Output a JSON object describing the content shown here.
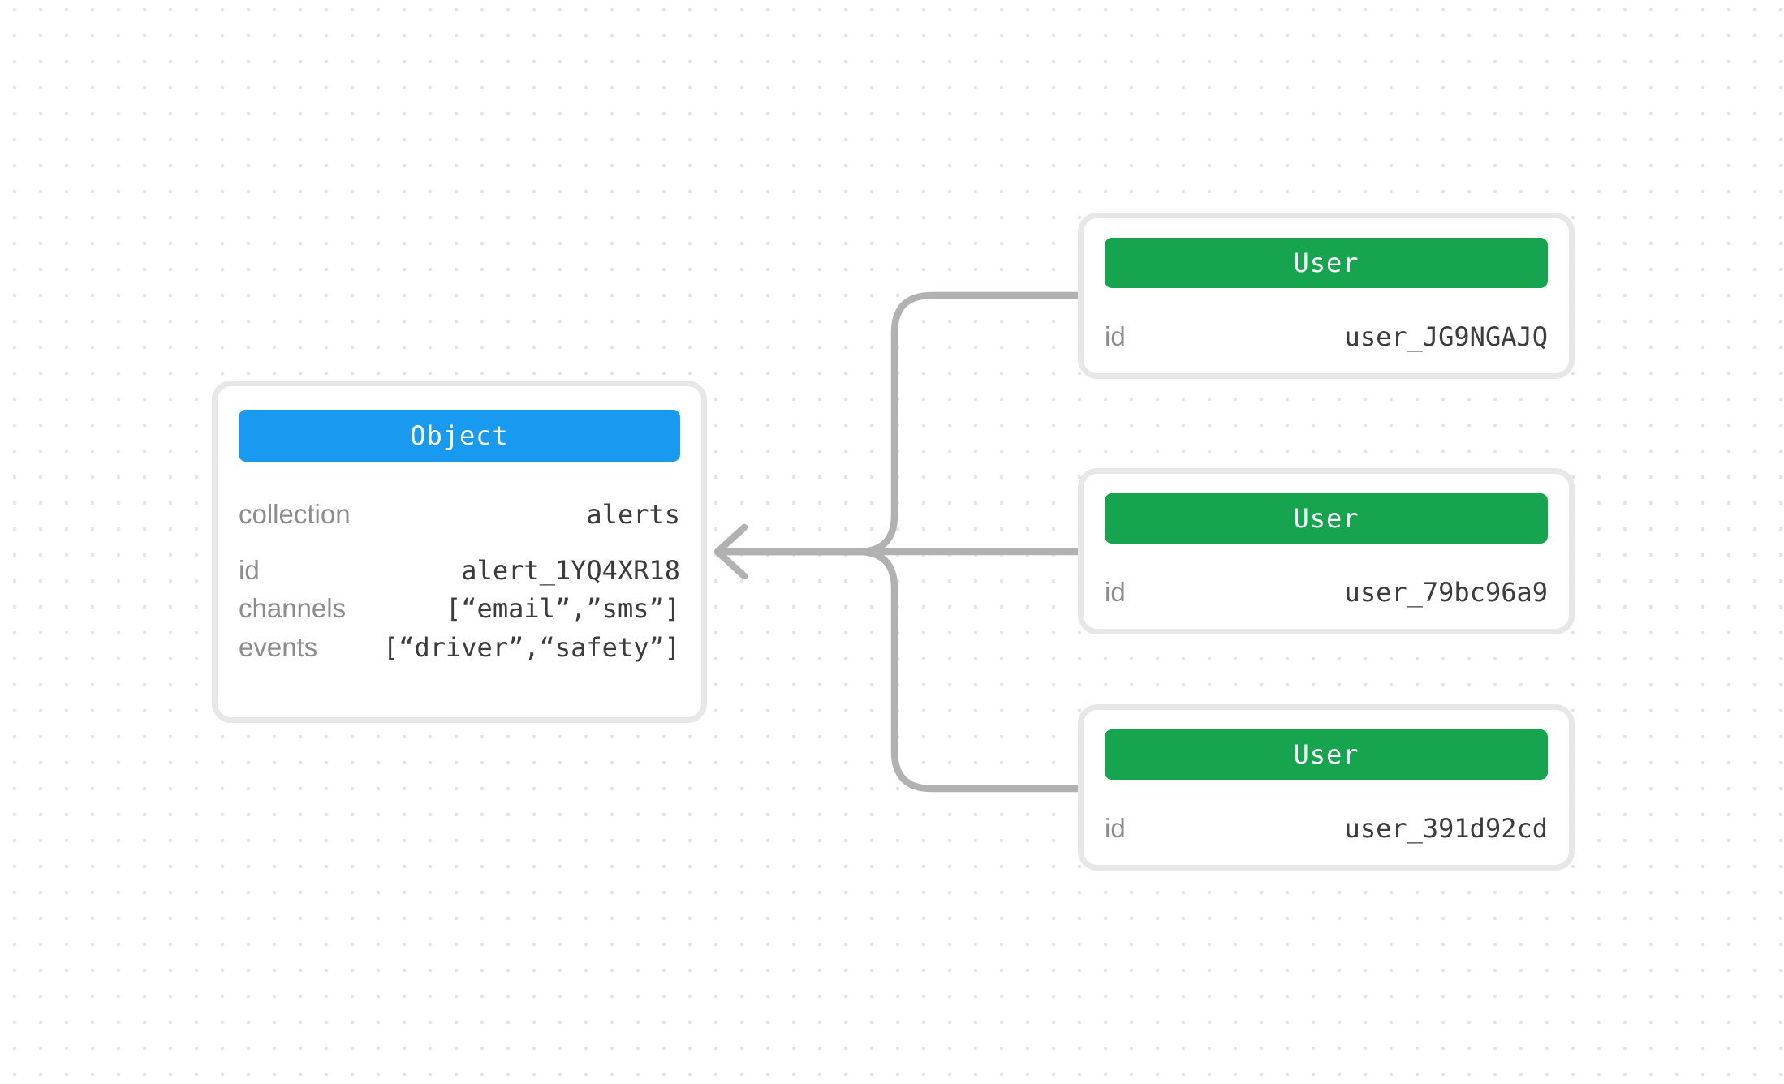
{
  "colors": {
    "background": "#ffffff",
    "dot": "#e4e4e4",
    "connector": "#b1b1b1",
    "card_border": "#e7e7e7",
    "object_header": "#189af0",
    "user_header": "#16a44e",
    "header_text": "#ffffff",
    "label_text": "#8d8d8d",
    "value_text": "#3c3c3c"
  },
  "object_card": {
    "title": "Object",
    "rows": [
      {
        "label": "collection",
        "value": "alerts"
      },
      {
        "label": "id",
        "value": "alert_1YQ4XR18"
      },
      {
        "label": "channels",
        "value": "[“email”,”sms”]"
      },
      {
        "label": "events",
        "value": "[“driver”,“safety”]"
      }
    ]
  },
  "user_cards": [
    {
      "title": "User",
      "rows": [
        {
          "label": "id",
          "value": "user_JG9NGAJQ"
        }
      ]
    },
    {
      "title": "User",
      "rows": [
        {
          "label": "id",
          "value": "user_79bc96a9"
        }
      ]
    },
    {
      "title": "User",
      "rows": [
        {
          "label": "id",
          "value": "user_391d92cd"
        }
      ]
    }
  ],
  "connector": {
    "arrow_icon": "left-arrow"
  }
}
